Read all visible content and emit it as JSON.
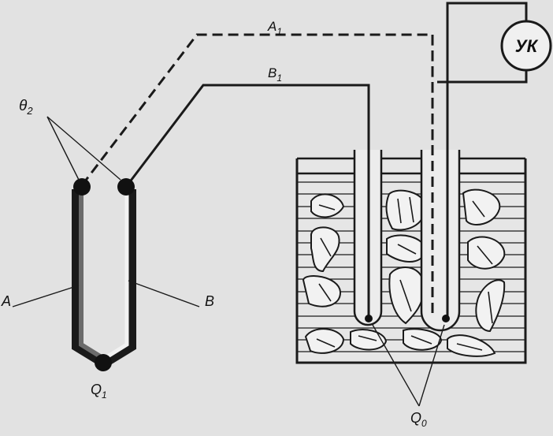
{
  "labels": {
    "A1": {
      "main": "A",
      "sub": "1"
    },
    "B1": {
      "main": "B",
      "sub": "1"
    },
    "theta2": {
      "main": "θ",
      "sub": "2"
    },
    "A": "A",
    "B": "B",
    "Q1": {
      "main": "Q",
      "sub": "1"
    },
    "Q0": {
      "main": "Q",
      "sub": "0"
    },
    "instrument": "УК"
  },
  "colors": {
    "background": "#e2e2e2",
    "wire": "#1a1a1a",
    "electrode_A": "#6b6b6b",
    "ice": "#f2f2f2"
  }
}
